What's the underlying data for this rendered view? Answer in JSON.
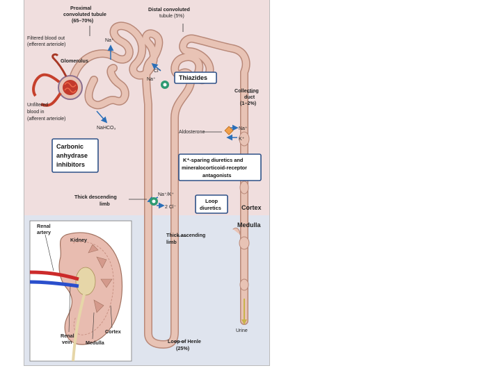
{
  "labels": {
    "proximal": [
      "Proximal",
      "convoluted tubule",
      "(65–70%)"
    ],
    "distal": [
      "Distal convoluted",
      "tubule (5%)"
    ],
    "filtered_out": [
      "Filtered blood out",
      "(efferent arteriole)"
    ],
    "glomerulus": "Glomerulus",
    "unfiltered_in": [
      "Unfiltered",
      "blood in",
      "(afferent arteriole)"
    ],
    "na_top": "Na⁺",
    "cl": "Cl⁻",
    "na_thiazide": "Na⁺",
    "nahco3": "NaHCO₃",
    "collecting": [
      "Collecting",
      "duct",
      "(1–2%)"
    ],
    "aldosterone": "Aldosterone",
    "na_k_sparing": "Na⁺",
    "k": "K⁺",
    "thick_desc": [
      "Thick descending",
      "limb"
    ],
    "na_k_loop": "Na⁺/K⁺",
    "two_cl": "2 Cl⁻",
    "thick_asc": [
      "Thick ascending",
      "limb"
    ],
    "cortex": "Cortex",
    "medulla": "Medulla",
    "urine": "Urine",
    "loop_henle": [
      "Loop of Henle",
      "(25%)"
    ],
    "kidney": "Kidney",
    "renal_artery": [
      "Renal",
      "artery"
    ],
    "renal_vein": [
      "Renal",
      "vein"
    ],
    "inset_cortex": "Cortex",
    "inset_medulla": "Medulla"
  },
  "drug_boxes": {
    "thiazides": [
      "Thiazides"
    ],
    "carbonic": [
      "Carbonic",
      "anhydrase",
      "inhibitors"
    ],
    "k_sparing": [
      "K⁺-sparing diuretics and",
      "mineralocorticoid-receptor",
      "antagonists"
    ],
    "loop": [
      "Loop",
      "diuretics"
    ]
  },
  "colors": {
    "cortex_bg": "#f0dede",
    "medulla_bg": "#dfe4ee",
    "tubule": "#e8c3b5",
    "tubule_edge": "#b88878",
    "box_border": "#2b4f86",
    "arrow": "#2b6fb8",
    "transporter": "#2e9a72"
  }
}
